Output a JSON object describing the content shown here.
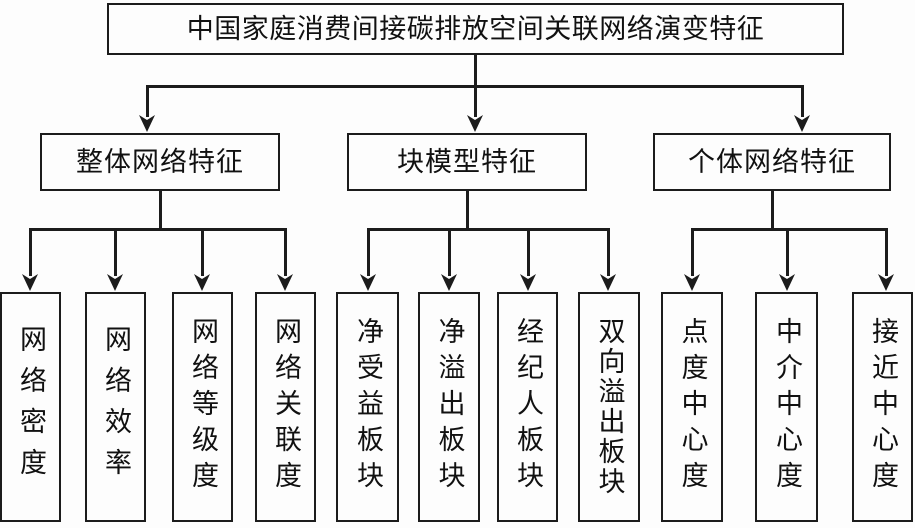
{
  "diagram": {
    "title_box": {
      "label": "中国家庭消费间接碳排放空间关联网络演变特征"
    },
    "branches": [
      {
        "label": "整体网络特征"
      },
      {
        "label": "块模型特征"
      },
      {
        "label": "个体网络特征"
      }
    ],
    "leaves": [
      {
        "label": "网络密度",
        "group": 0
      },
      {
        "label": "网络效率",
        "group": 0
      },
      {
        "label": "网络等级度",
        "group": 0
      },
      {
        "label": "网络关联度",
        "group": 0
      },
      {
        "label": "净受益板块",
        "group": 1
      },
      {
        "label": "净溢出板块",
        "group": 1
      },
      {
        "label": "经纪人板块",
        "group": 1
      },
      {
        "label": "双向溢出板块",
        "group": 1
      },
      {
        "label": "点度中心度",
        "group": 2
      },
      {
        "label": "中介中心度",
        "group": 2
      },
      {
        "label": "接近中心度",
        "group": 2
      }
    ],
    "colors": {
      "stroke": "#1c1c1c",
      "fill": "#fdfdfd",
      "text": "#111111",
      "background": "#ffffff"
    }
  }
}
